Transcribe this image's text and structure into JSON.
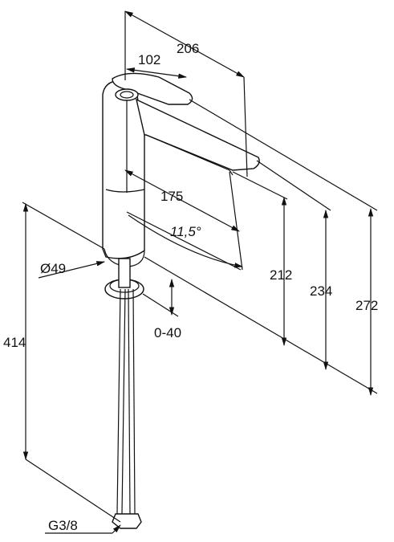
{
  "dimensions": {
    "top_width": "206",
    "lever_width": "102",
    "spout_reach": "175",
    "spout_angle": "11,5°",
    "diameter": "Ø49",
    "height_spout": "212",
    "height_mid": "234",
    "height_total": "272",
    "below_counter": "414",
    "thickness_range": "0-40",
    "thread": "G3/8"
  }
}
